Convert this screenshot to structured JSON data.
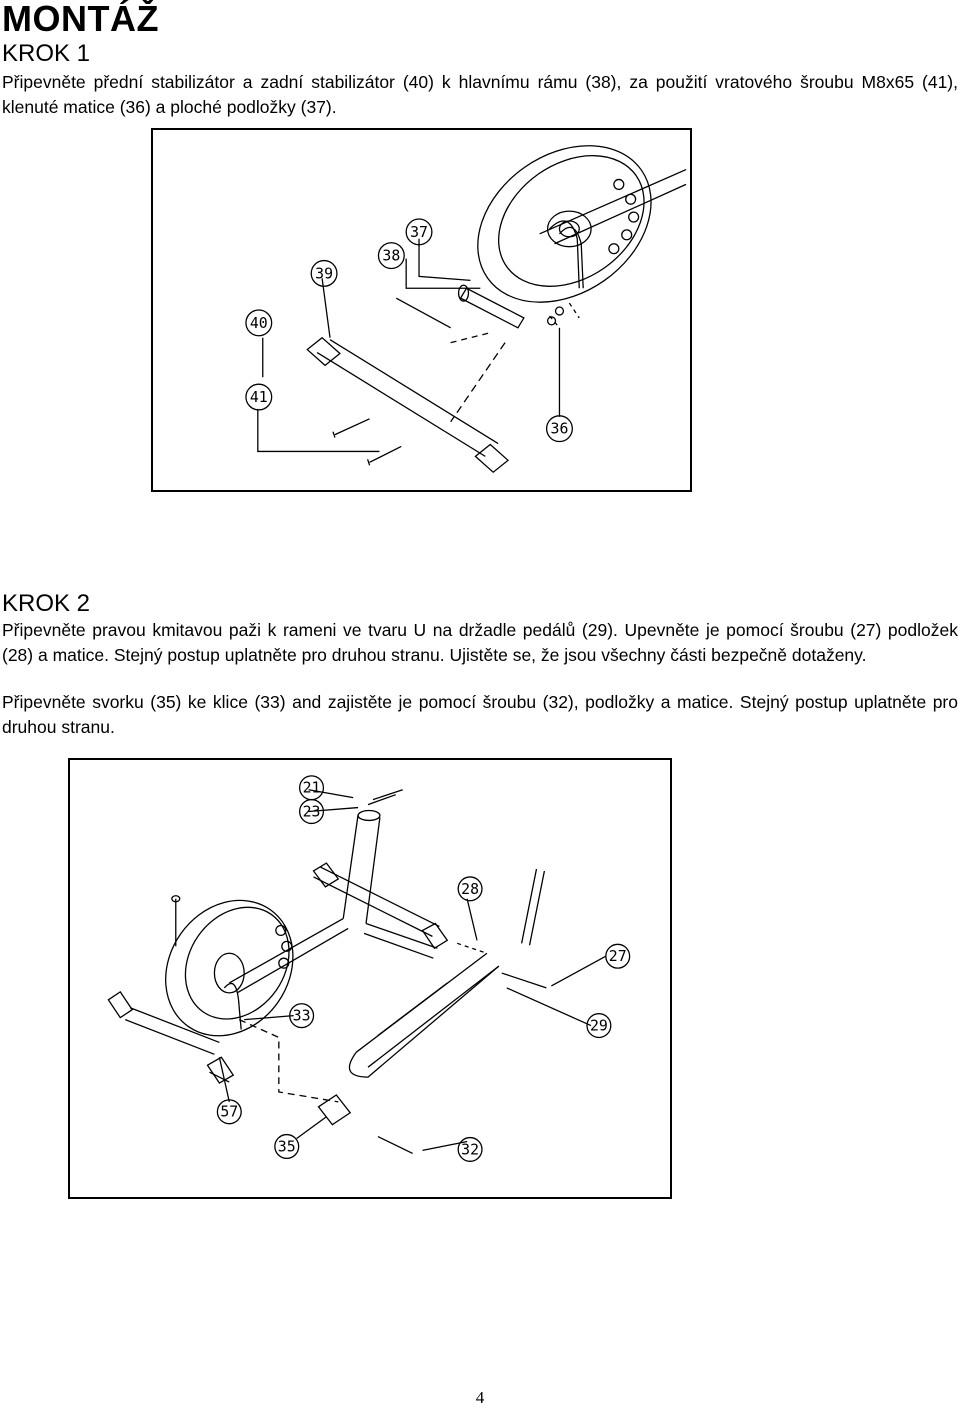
{
  "page": {
    "title": "MONTÁŽ",
    "page_number": "4"
  },
  "step1": {
    "heading": "KROK 1",
    "text": "Připevněte přední stabilizátor a zadní stabilizátor (40) k hlavnímu rámu (38), za použití vratového šroubu M8x65 (41), klenuté matice (36) a ploché podložky (37).",
    "callouts": [
      "37",
      "38",
      "39",
      "40",
      "41",
      "36"
    ]
  },
  "step2": {
    "heading": "KROK 2",
    "text1": "Připevněte pravou kmitavou paži k rameni ve tvaru U na držadle pedálů (29). Upevněte je pomocí šroubu (27) podložek (28) a matice. Stejný postup uplatněte pro druhou stranu. Ujistěte se, že jsou všechny části bezpečně dotaženy.",
    "text2": "Připevněte svorku (35) ke klice (33) and zajistěte je pomocí šroubu (32), podložky a matice. Stejný postup uplatněte pro druhou stranu.",
    "callouts": [
      "21",
      "23",
      "28",
      "27",
      "33",
      "29",
      "57",
      "35",
      "32"
    ]
  }
}
